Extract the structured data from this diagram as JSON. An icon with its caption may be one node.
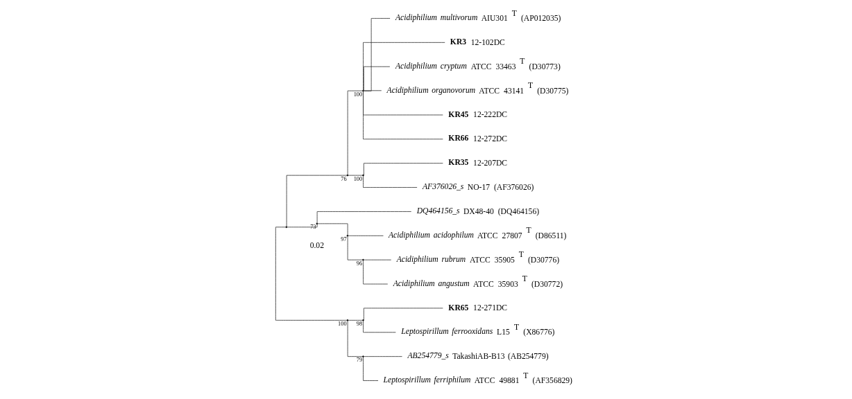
{
  "diagram": {
    "nodes": [
      {
        "text": [],
        "shape": "point"
      },
      {
        "text": [],
        "shape": "point",
        "beside": [
          "76"
        ]
      },
      {
        "text": [],
        "shape": "point",
        "beside": [
          "100"
        ]
      },
      {
        "text": [
          "*Acidiphilium multivorum* AIU301 $^{T}$ (AP012035)"
        ]
      },
      {
        "text": [
          "**KR3** 12-102DC"
        ]
      },
      {
        "text": [
          "*Acidiphilium cryptum* ATCC 33463 $^{T}$ (D30773)"
        ]
      },
      {
        "text": [
          "*Acidiphilium organovorum* ATCC 43141 $^{T}$ (D30775)"
        ]
      },
      {
        "text": [
          "**KR45** 12-222DC"
        ]
      },
      {
        "text": [
          "**KR66** 12-272DC"
        ]
      },
      {
        "text": [],
        "shape": "point",
        "beside": [
          "100"
        ]
      },
      {
        "text": [
          "**KR35** 12-207DC"
        ]
      },
      {
        "text": [
          "*AF376026_s* NO-17 (AF376026)"
        ]
      },
      {
        "text": [],
        "shape": "point",
        "beside": [
          "73"
        ]
      },
      {
        "text": [
          "*DQ464156_s* DX48-40 (DQ464156)"
        ]
      },
      {
        "text": [],
        "shape": "point",
        "beside": [
          "97"
        ]
      },
      {
        "text": [
          "*Acidiphilium acidophilum* ATCC 27807 $^{T}$ (D86511)"
        ]
      },
      {
        "text": [],
        "shape": "point",
        "beside": [
          "96"
        ]
      },
      {
        "text": [
          "*Acidiphilium rubrum* ATCC 35905 $^{T}$ (D30776)"
        ]
      },
      {
        "text": [
          "*Acidiphilium angustum* ATCC 35903 $^{T}$ (D30772)"
        ]
      },
      {
        "text": [],
        "shape": "point",
        "beside": [
          "100"
        ]
      },
      {
        "text": [],
        "shape": "point",
        "beside": [
          "98"
        ]
      },
      {
        "text": [
          "**KR65** 12-271DC"
        ]
      },
      {
        "text": [
          "*Leptospirillum ferrooxidans* L15 $^{T}$ (X86776)"
        ]
      },
      {
        "text": [],
        "shape": "point",
        "beside": [
          "79"
        ]
      },
      {
        "text": [
          "*AB254779_s* TakashiAB-B13 (AB254779)"
        ]
      },
      {
        "text": [
          "*Leptospirillum ferriphilum* ATCC 49881 $^{T}$ (AF356829)"
        ]
      }
    ],
    "edges": [
      {
        "from": 0,
        "to": 1,
        "arrow": "none"
      },
      {
        "from": 1,
        "to": 2,
        "arrow": "none"
      },
      {
        "from": 2,
        "to": 3,
        "arrow": "none"
      },
      {
        "from": 2,
        "to": 4,
        "arrow": "none"
      },
      {
        "from": 2,
        "to": 5,
        "arrow": "none"
      },
      {
        "from": 2,
        "to": 6,
        "arrow": "none"
      },
      {
        "from": 2,
        "to": 7,
        "arrow": "none"
      },
      {
        "from": 2,
        "to": 8,
        "arrow": "none"
      },
      {
        "from": 1,
        "to": 9,
        "arrow": "none"
      },
      {
        "from": 9,
        "to": 10,
        "arrow": "none"
      },
      {
        "from": 9,
        "to": 11,
        "arrow": "none"
      },
      {
        "from": 0,
        "to": 12,
        "arrow": "none"
      },
      {
        "from": 12,
        "to": 13,
        "arrow": "none"
      },
      {
        "from": 12,
        "to": 14,
        "arrow": "none"
      },
      {
        "from": 14,
        "to": 15,
        "arrow": "none"
      },
      {
        "from": 14,
        "to": 16,
        "arrow": "none"
      },
      {
        "from": 16,
        "to": 17,
        "arrow": "none"
      },
      {
        "from": 16,
        "to": 18,
        "arrow": "none"
      },
      {
        "from": 0,
        "to": 19,
        "arrow": "none"
      },
      {
        "from": 19,
        "to": 20,
        "arrow": "none"
      },
      {
        "from": 20,
        "to": 21,
        "arrow": "none"
      },
      {
        "from": 20,
        "to": 22,
        "arrow": "none"
      },
      {
        "from": 19,
        "to": 23,
        "arrow": "none"
      },
      {
        "from": 23,
        "to": 24,
        "arrow": "none"
      },
      {
        "from": 23,
        "to": 25,
        "arrow": "none"
      }
    ],
    "labels": [
      "0.02"
    ]
  }
}
